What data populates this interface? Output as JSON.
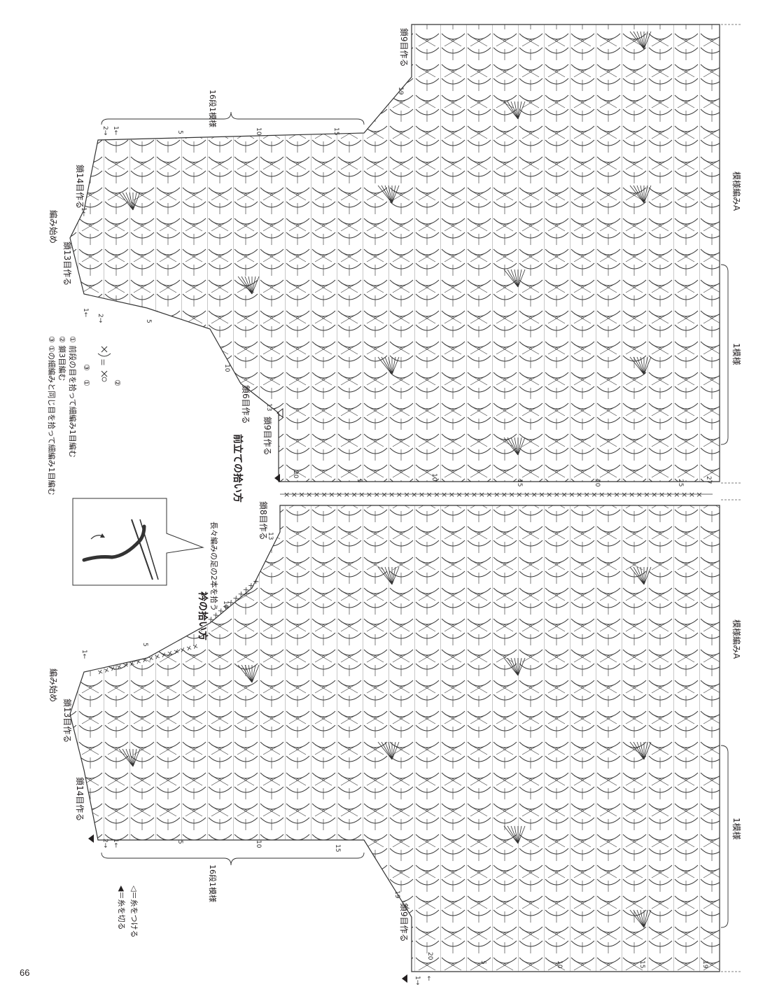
{
  "page_number": "66",
  "labels": {
    "pattern_a_top": "模様編みA",
    "pattern_a_bottom": "模様編みA",
    "one_repeat_top": "1模様",
    "one_repeat_bottom": "1模様",
    "row16_top": "16段1模様",
    "row16_bottom": "16段1模様",
    "ch9_top": "鎖9目作る",
    "ch14_top": "鎖14目作る",
    "ch13_top": "鎖13目作る",
    "start_top": "編み始め",
    "ch6": "鎖6目作る",
    "ch9_mid": "鎖9目作る",
    "front_pickup": "前立ての拾い方",
    "ch8_mid": "鎖8目作る",
    "long_dc": "長々編みの足の2本を拾う",
    "collar_pickup": "衿の拾い方",
    "start_bottom": "編み始め",
    "ch13_bottom": "鎖13目作る",
    "ch14_bottom": "鎖14目作る",
    "ch9_bottom": "鎖9目作る"
  },
  "legend": {
    "attach": "◁＝糸をつける",
    "cut": "◀＝糸を切る"
  },
  "notes": {
    "n1": "① 前段の目を拾って細編み1目編む",
    "n2": "② 鎖3目編む",
    "n3": "③ ①の細編みと同じ目を拾って細編み1目編む",
    "c1": "①",
    "c2": "②",
    "c3": "③",
    "eq": "＝"
  },
  "ticks": {
    "top_rows": [
      "1←",
      "2→",
      "5",
      "10",
      "15",
      "19"
    ],
    "middle_left_rows": [
      "1←",
      "2→",
      "5",
      "10",
      "13"
    ],
    "mid_rows": [
      "13",
      "10",
      "5",
      "1←"
    ],
    "bottom_rows": [
      "2→",
      "1←",
      "5",
      "10",
      "15",
      "19"
    ],
    "top_sticks": [
      "20",
      "1",
      "5",
      "10",
      "15",
      "20",
      "25",
      "27"
    ],
    "bottom_sticks": [
      "20",
      "1",
      "5",
      "10",
      "15",
      "19"
    ],
    "arrows": [
      "1→",
      "←"
    ]
  }
}
